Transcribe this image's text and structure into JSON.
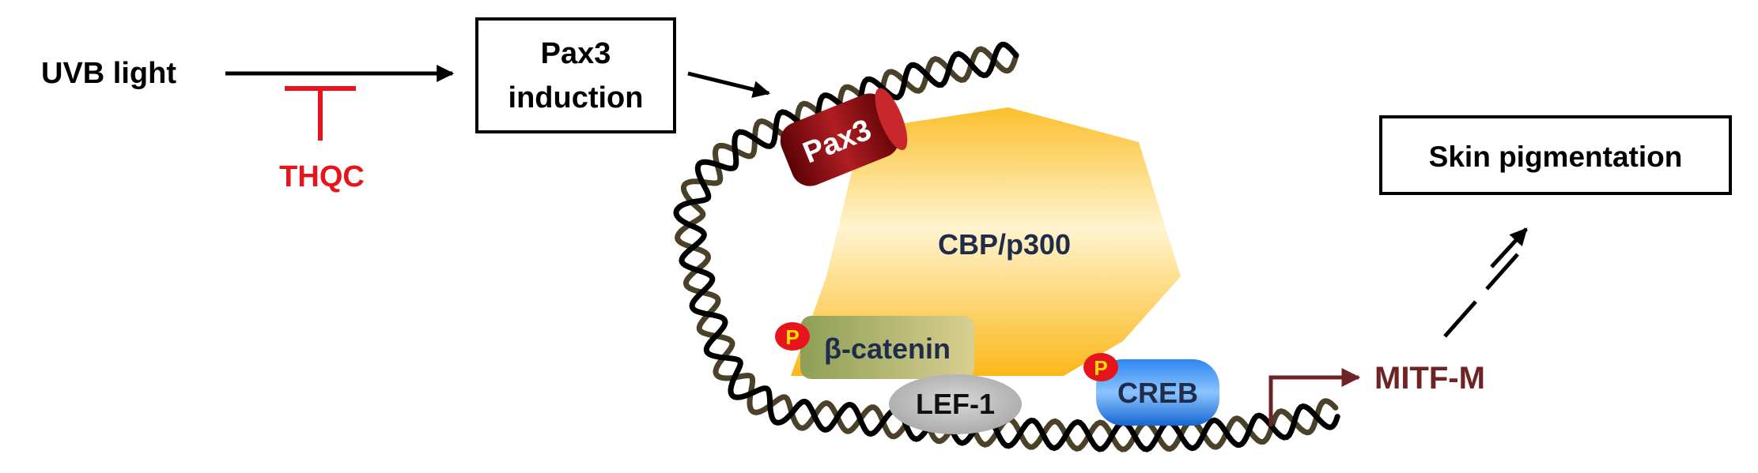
{
  "labels": {
    "uvb": "UVB light",
    "thqc": "THQC",
    "pax3_induction_line1": "Pax3",
    "pax3_induction_line2": "induction",
    "pax3": "Pax3",
    "cbp": "CBP/p300",
    "beta_catenin": "β-catenin",
    "lef1": "LEF-1",
    "creb": "CREB",
    "phospho": "P",
    "mitf": "MITF-M",
    "skin": "Skin pigmentation"
  },
  "colors": {
    "inhibitor": "#e8141c",
    "pax3": "#8b0a10",
    "cbp": "#fbc02d",
    "beta_catenin": "#9aa65c",
    "lef1": "#bdbdbd",
    "creb": "#1e78e6",
    "phospho": "#e8141c",
    "mitf": "#6e2424",
    "dna_strand_a": "#000000",
    "dna_strand_b": "#4a4128",
    "text_dark": "#1f2d4a"
  }
}
